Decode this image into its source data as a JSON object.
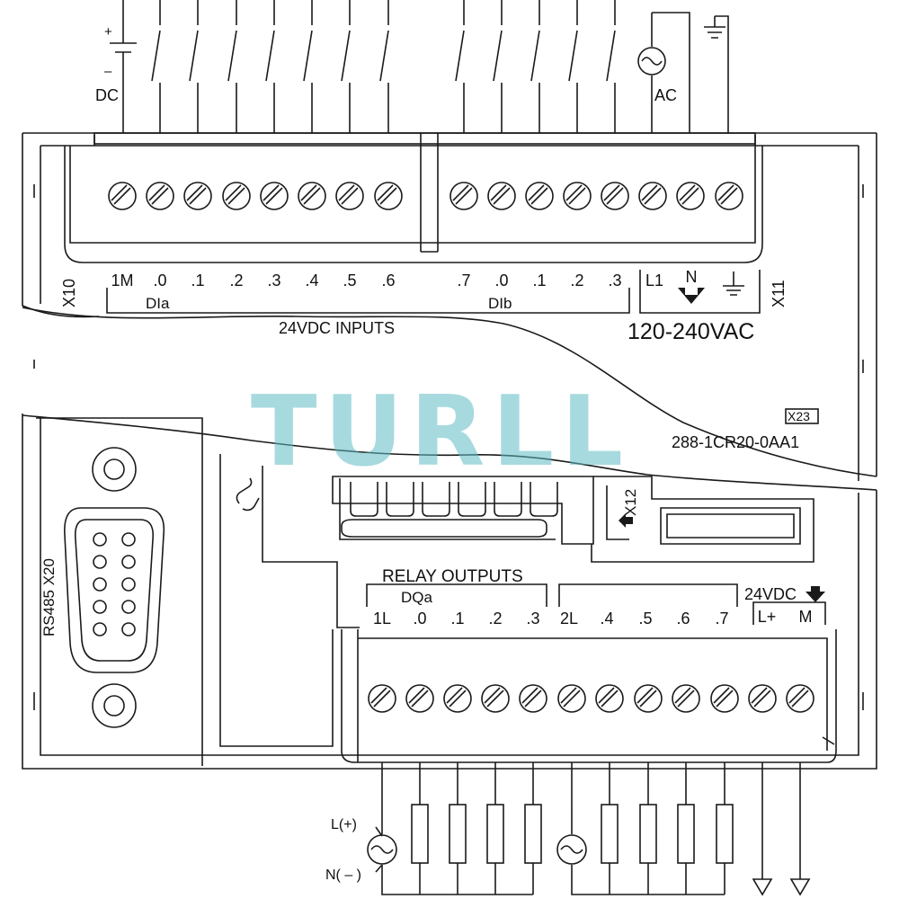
{
  "power_input": {
    "dc_plus": "+",
    "dc_minus": "–",
    "dc_label": "DC",
    "ac_label": "AC"
  },
  "top_terminals": {
    "left_labels": [
      "1M",
      ".0",
      ".1",
      ".2",
      ".3",
      ".4",
      ".5",
      ".6"
    ],
    "right_labels": [
      ".7",
      ".0",
      ".1",
      ".2",
      ".3"
    ],
    "power_labels": [
      "L1",
      "N"
    ],
    "group_a": "DIa",
    "group_b": "DIb",
    "inputs_caption": "24VDC INPUTS",
    "power_caption": "120-240VAC",
    "connector_left": "X10",
    "connector_right": "X11"
  },
  "watermark": "TURLL",
  "model": {
    "version": "X23",
    "part_number": "288-1CR20-0AA1"
  },
  "serial_port": {
    "label": "RS485 X20"
  },
  "expansion": {
    "label": "X12"
  },
  "bottom_terminals": {
    "caption": "RELAY OUTPUTS",
    "group": "DQa",
    "labels_a": [
      "1L",
      ".0",
      ".1",
      ".2",
      ".3"
    ],
    "labels_b": [
      "2L",
      ".4",
      ".5",
      ".6",
      ".7"
    ],
    "sensor_supply": "24VDC",
    "supply_labels": [
      "L+",
      "M"
    ]
  },
  "load_supply": {
    "plus": "L(+)",
    "minus": "N( – )"
  },
  "colors": {
    "line": "#1a1a1a",
    "watermark": "#5fbcc4"
  }
}
